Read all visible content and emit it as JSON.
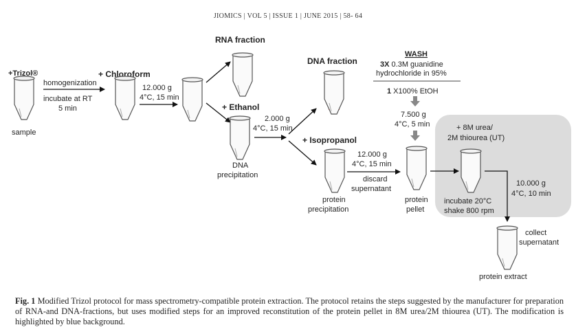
{
  "header": "JIOMICS | VOL 5 | ISSUE 1 | JUNE 2015 | 58- 64",
  "figure": {
    "sample": {
      "reagent": "+Trizol®",
      "label": "sample"
    },
    "step1": {
      "line1": "homogenization",
      "line2": "incubate at RT",
      "line3": "5 min"
    },
    "chloroform": "+ Chloroform",
    "step2": {
      "line1": "12.000 g",
      "line2": "4°C, 15 min"
    },
    "rna_fraction": "RNA fraction",
    "ethanol": "+ Ethanol",
    "dna_precipitation": {
      "line1": "DNA",
      "line2": "precipitation"
    },
    "step3": {
      "line1": "2.000 g",
      "line2": "4°C, 15 min"
    },
    "dna_fraction": "DNA fraction",
    "isopropanol": "+ Isopropanol",
    "protein_precipitation": {
      "line1": "protein",
      "line2": "precipitation"
    },
    "step4": {
      "line1": "12.000 g",
      "line2": "4°C, 15 min",
      "line3": "discard",
      "line4": "supernatant"
    },
    "wash": {
      "title": "WASH",
      "line1_bold": "3X",
      "line1_rest": " 0.3M guanidine",
      "line2": "hydrochloride in 95%",
      "line3_bold": "1",
      "line3_rest": " X100% EtOH"
    },
    "step5": {
      "line1": "7.500 g",
      "line2": "4°C, 5 min"
    },
    "protein_pellet": {
      "line1": "protein",
      "line2": "pellet"
    },
    "urea": {
      "line1": "+ 8M urea/",
      "line2": "2M thiourea (UT)"
    },
    "incubate": {
      "line1": "incubate 20°C",
      "line2": "shake 800 rpm"
    },
    "step6": {
      "line1": "10.000 g",
      "line2": "4°C, 10 min"
    },
    "collect": {
      "line1": "collect",
      "line2": "supernatant"
    },
    "protein_extract": "protein extract"
  },
  "caption": {
    "label": "Fig. 1",
    "text": " Modified Trizol protocol for mass spectrometry-compatible protein extraction. The protocol retains the steps suggested by the manufacturer for preparation of RNA-and DNA-fractions, but uses modified steps for an improved reconstitution of the protein pellet in 8M urea/2M thiourea (UT). The modification is highlighted by blue background."
  },
  "colors": {
    "salmon": "#ef9a82",
    "light_blue": "#d6ebf5",
    "red_text": "#e8402c",
    "highlight_bg": "#dcdcdc"
  }
}
